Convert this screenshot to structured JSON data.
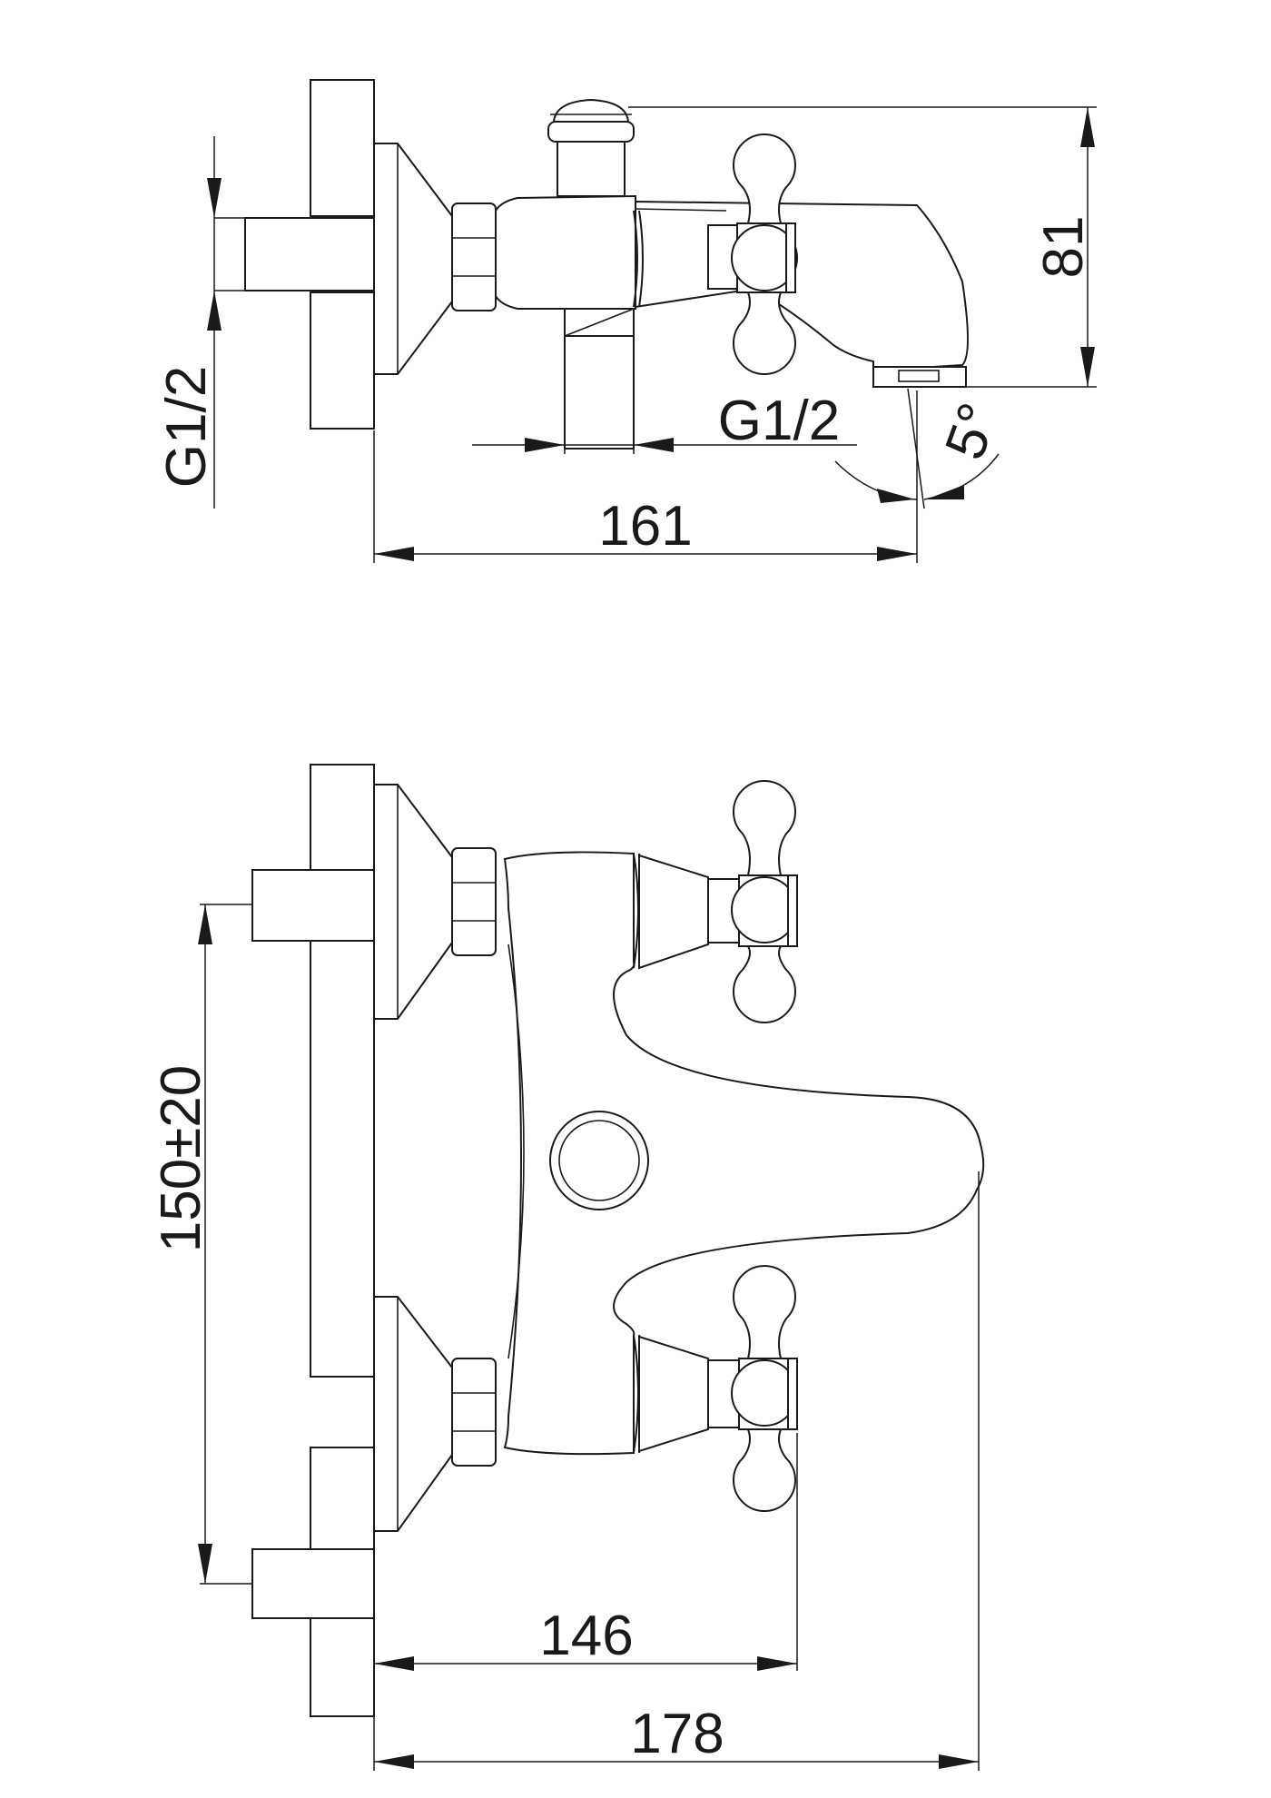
{
  "side_view": {
    "inlet_thread_left": "G1/2",
    "outlet_thread": "G1/2",
    "spout_angle": "5°",
    "height": "81",
    "depth": "161"
  },
  "front_view": {
    "centre_distance": "150±20",
    "handle_depth": "146",
    "overall_depth": "178"
  },
  "colors": {
    "line": "#1a1a1a",
    "background": "#ffffff"
  }
}
